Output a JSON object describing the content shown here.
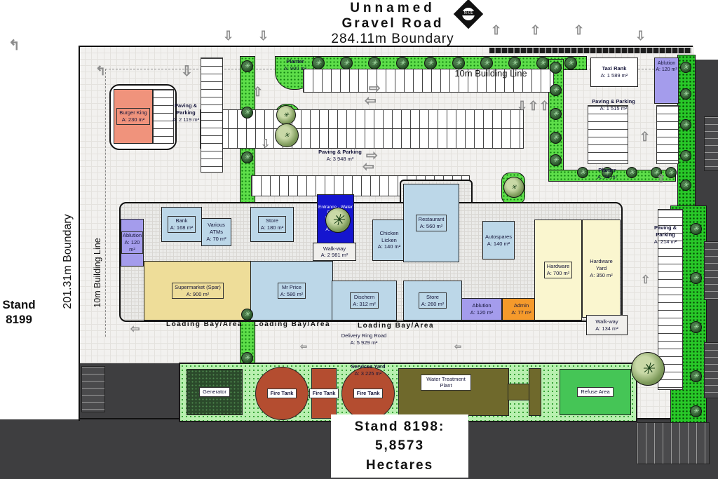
{
  "header": {
    "road_line1": "Unnamed",
    "road_line2": "Gravel Road",
    "boundary": "284.11m Boundary",
    "north_label": "N-01"
  },
  "lines": {
    "building_line_top": "10m Building Line",
    "building_line_left": "10m Building Line",
    "left_boundary": "201.31m Boundary"
  },
  "stands": {
    "adj1": "Stand",
    "adj2": "8199",
    "main1": "Stand 8198:",
    "main2": "5,8573",
    "main3": "Hectares"
  },
  "areas": {
    "paving_nw": {
      "name": "Paving & Parking",
      "area": "A: 2 119 m²"
    },
    "paving_c": {
      "name": "Paving & Parking",
      "area": "A: 3 948 m²"
    },
    "paving_ne": {
      "name": "Paving & Parking",
      "area": "A: 1 515 m²"
    },
    "paving_e": {
      "name": "Paving & Parking",
      "area": "A: 214 m²"
    },
    "planter_top": {
      "name": "Planter",
      "area": "A: 900 m²"
    },
    "planter_e": {
      "name": "Planter",
      "area": "A: 74 m²"
    },
    "taxi": {
      "name": "Taxi Rank",
      "area": "A: 1 589 m²"
    },
    "walkway": {
      "name": "Walk-way",
      "area": "A: 2 981 m²"
    },
    "walkway_e": {
      "name": "Walk-way",
      "area": "A: 134 m²"
    },
    "delivery": {
      "name": "Delivery Ring Road",
      "area": "A: 5 929 m²"
    },
    "services_yard": {
      "name": "Services Yard",
      "area": "A: 3 225 m²"
    },
    "loading": "Loading Bay/Area"
  },
  "b": {
    "burger_king": {
      "name": "Burger King",
      "area": "A: 230 m²"
    },
    "ablution_w": {
      "name": "Ablution",
      "area": "A: 120 m²"
    },
    "bank": {
      "name": "Bank",
      "area": "A: 168 m²"
    },
    "atms": {
      "name": "Various ATMs",
      "area": "A: 70 m²"
    },
    "store_n": {
      "name": "Store",
      "area": "A: 180 m²"
    },
    "entrance": {
      "name": "Entrance - Water Feature, Planting & Seating",
      "area": "A: 174 m²"
    },
    "chicken": {
      "name": "Chicken Licken",
      "area": "A: 140 m²"
    },
    "restaurant": {
      "name": "Restaurant",
      "area": "A: 560 m²"
    },
    "autospares": {
      "name": "Autospares",
      "area": "A: 140 m²"
    },
    "spar": {
      "name": "Supermarket (Spar)",
      "area": "A: 900 m²"
    },
    "mr_price": {
      "name": "Mr Price",
      "area": "A: 580 m²"
    },
    "dischem": {
      "name": "Dischem",
      "area": "A: 312 m²"
    },
    "store_s": {
      "name": "Store",
      "area": "A: 260 m²"
    },
    "ablution_s": {
      "name": "Ablution",
      "area": "A: 120 m²"
    },
    "admin": {
      "name": "Admin",
      "area": "A: 77 m²"
    },
    "hardware": {
      "name": "Hardware",
      "area": "A: 700 m²"
    },
    "hardware_yard": {
      "name": "Hardware Yard",
      "area": "A: 350 m²"
    },
    "ablution_ne": {
      "name": "Ablution",
      "area": "A: 120 m²"
    }
  },
  "services": {
    "generator": "Generator",
    "fire_tank_1": "Fire Tank",
    "fire_tank_2": "Fire Tank",
    "fire_tank_3": "Fire Tank",
    "water_treatment": "Water Treatment Plant",
    "refuse": "Refuse Area"
  },
  "colors": {
    "salmon": "#f0937c",
    "tenant_blue": "#bcd7e8",
    "spar_yellow": "#eedd99",
    "hardware_yellow": "#faf6cf",
    "purple": "#a49cec",
    "orange": "#f59a2b",
    "entrance_blue": "#1515cf",
    "fire_red": "#b44d30",
    "olive": "#6f692c",
    "generator_green": "#2b4a2b",
    "refuse_green": "#45c556",
    "planter_green": "#5ede4a",
    "road_dark": "#3e3e40"
  }
}
